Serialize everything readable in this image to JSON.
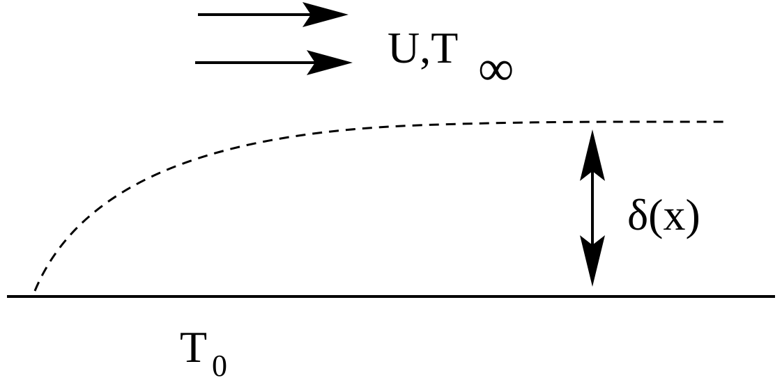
{
  "diagram": {
    "freestream_label": {
      "main": "U,T",
      "subscript": "∞"
    },
    "thickness_label": "δ(x)",
    "wall_label": {
      "main": "T",
      "subscript": "0"
    }
  },
  "colors": {
    "ink": "#000000",
    "background": "#ffffff"
  }
}
